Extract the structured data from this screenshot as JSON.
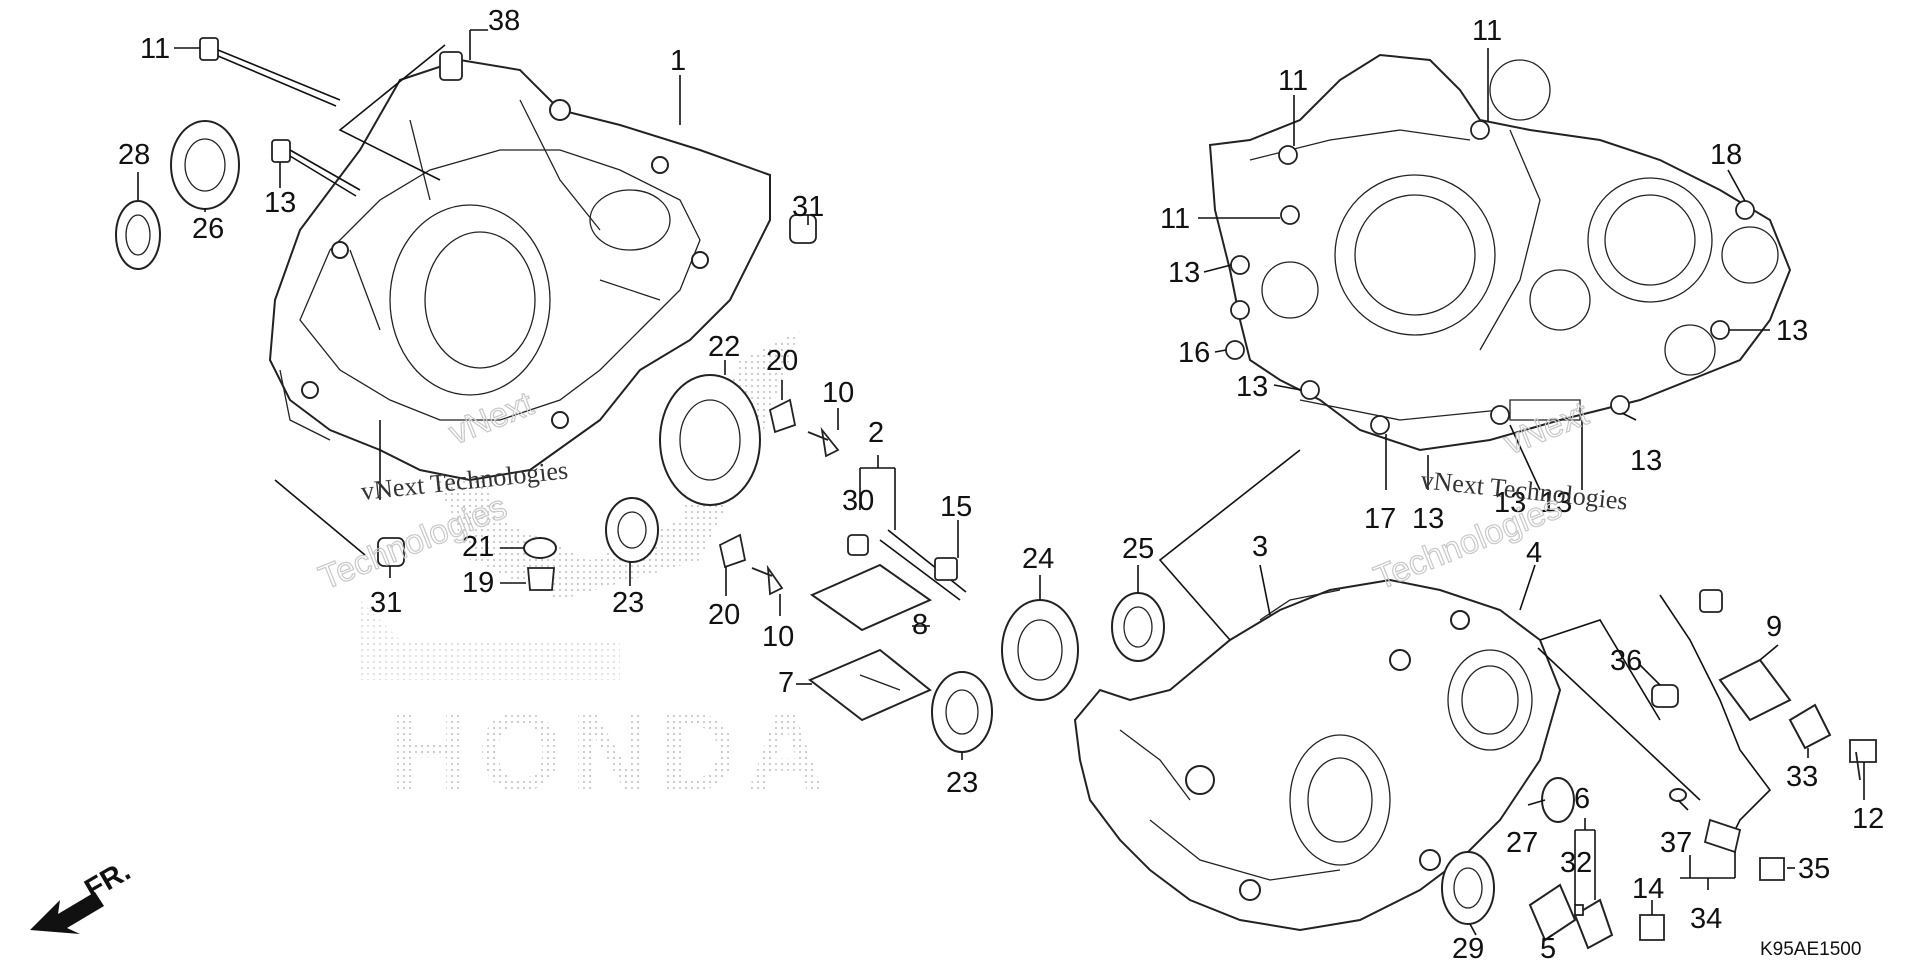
{
  "diagram_code": "K95AE1500",
  "direction_label": "FR.",
  "logo_text": "HONDA",
  "watermark": {
    "line1": "vNext",
    "line2": "Technologies",
    "full": "vNext Technologies"
  },
  "callouts": {
    "c11a": "11",
    "c38": "38",
    "c1": "1",
    "c28": "28",
    "c26": "26",
    "c13a": "13",
    "c31a": "31",
    "c22": "22",
    "c20a": "20",
    "c10a": "10",
    "c2": "2",
    "c30": "30",
    "c15": "15",
    "c21": "21",
    "c19": "19",
    "c31b": "31",
    "c23a": "23",
    "c20b": "20",
    "c10b": "10",
    "c8": "8",
    "c7": "7",
    "c24": "24",
    "c25": "25",
    "c23b": "23",
    "c11b": "11",
    "c11c": "11",
    "c11d": "11",
    "c13b": "13",
    "c16": "16",
    "c13c": "13",
    "c18": "18",
    "c13d": "13",
    "c13e": "13",
    "c17": "17",
    "c13f": "13",
    "c13g": "13",
    "c13h": "13",
    "c3": "3",
    "c4": "4",
    "c9": "9",
    "c36": "36",
    "c33": "33",
    "c12": "12",
    "c27": "27",
    "c6": "6",
    "c32": "32",
    "c37": "37",
    "c34": "34",
    "c35": "35",
    "c14": "14",
    "c29": "29",
    "c5": "5"
  }
}
